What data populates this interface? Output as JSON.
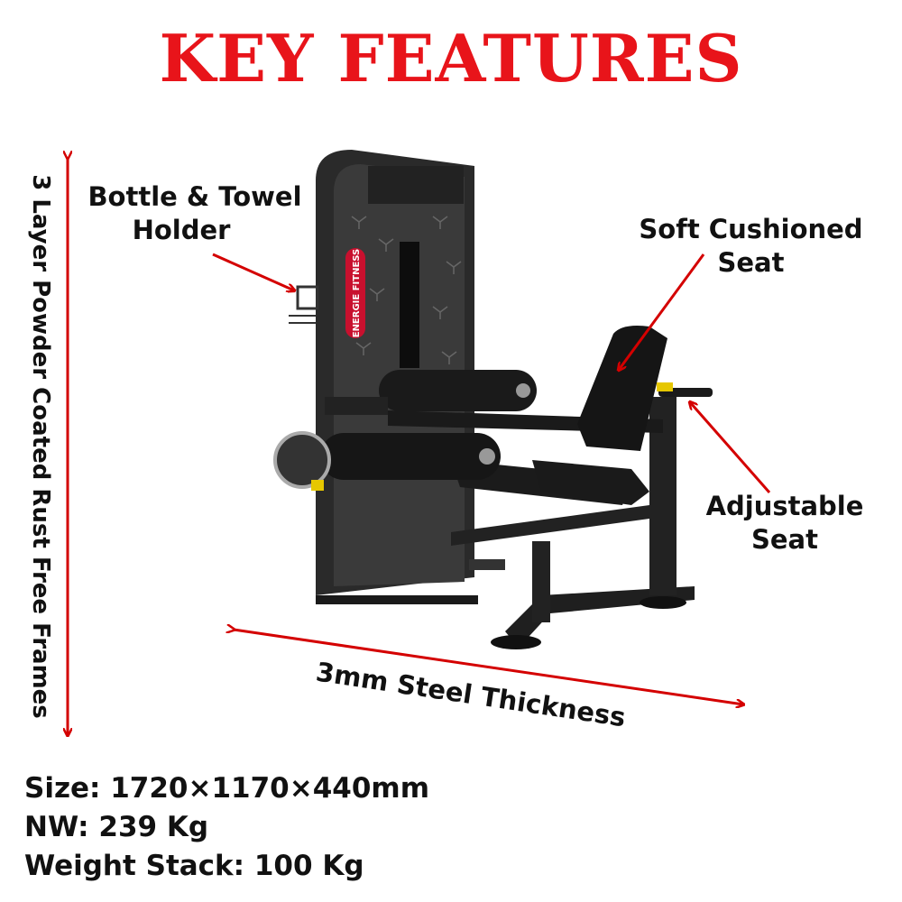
{
  "title": "KEY FEATURES",
  "brand": "ENERGIE FITNESS",
  "features": {
    "frame": "3 Layer Powder Coated Rust Free Frames",
    "bottle_line1": "Bottle & Towel",
    "bottle_line2": "Holder",
    "seat_line1": "Soft Cushioned",
    "seat_line2": "Seat",
    "adjust_line1": "Adjustable",
    "adjust_line2": "Seat",
    "steel": "3mm Steel Thickness"
  },
  "specs": {
    "size": "Size: 1720×1170×440mm",
    "nw": "NW: 239 Kg",
    "stack": "Weight Stack: 100 Kg"
  },
  "colors": {
    "accent": "#e8141a",
    "arrow": "#d40000",
    "frame": "#1e1e1e"
  }
}
